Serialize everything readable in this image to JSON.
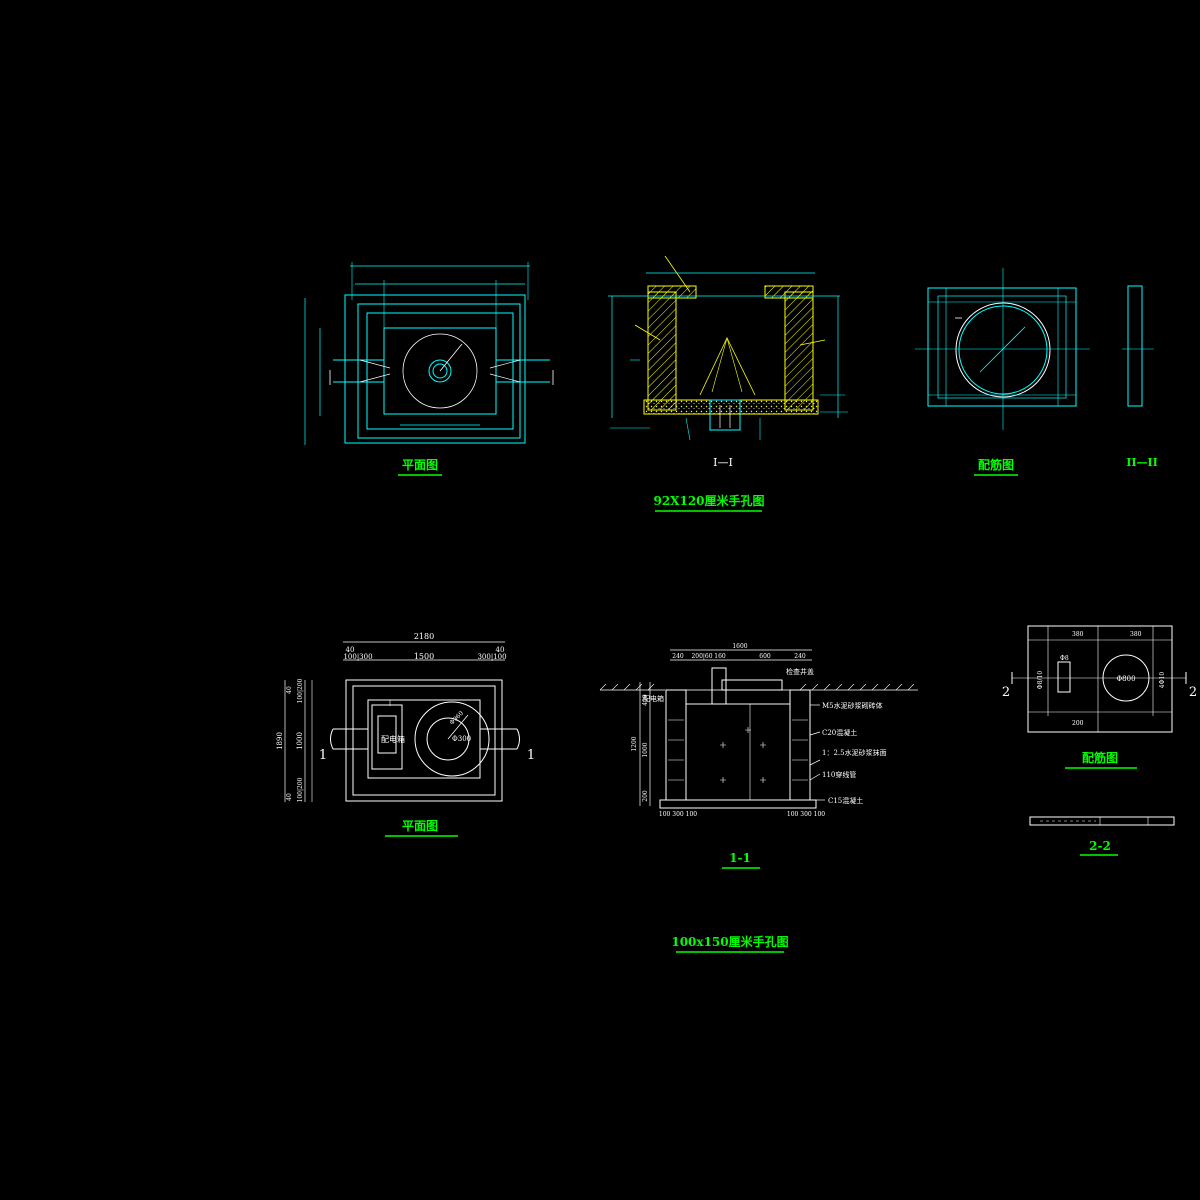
{
  "colors": {
    "background": "#000000",
    "outline": "#00ffff",
    "annotation": "#ffffff",
    "title": "#00ff00",
    "hatch": "#ffff00",
    "leader": "#ffff00"
  },
  "top": {
    "plan_title": "平面图",
    "section_title": "I—I",
    "rebar_title": "配筋图",
    "section2_title": "II—II",
    "main_title": "92X120厘米手孔图"
  },
  "bottom": {
    "plan_title": "平面图",
    "section_title": "1-1",
    "rebar_title": "配筋图",
    "section2_title": "2-2",
    "main_title": "100x150厘米手孔图",
    "plan_dims": {
      "overall": "2180",
      "left_edge": "40",
      "right_edge": "40",
      "left_parts": "100|300",
      "middle": "1500",
      "right_parts": "300|100"
    },
    "plan_vert": {
      "overall": "1890",
      "top_a": "40",
      "top_b": "100|200",
      "middle": "1000",
      "bot_a": "100|200",
      "bot_b": "40"
    },
    "plan_labels": {
      "box": "配电箱",
      "dia": "Φ300",
      "well": "Φ960"
    },
    "section_markers": [
      "1",
      "1"
    ],
    "section_dims": {
      "top": "1600",
      "parts_left": "240",
      "parts_b": "200|60",
      "parts_c": "160",
      "parts_d": "600",
      "parts_e": "240",
      "bottom_left": "100 300 100",
      "bottom_right": "100 300 100"
    },
    "section_labels": [
      "配电箱",
      "检查井盖",
      "M5水泥砂浆砌砖体",
      "C20混凝土",
      "1：2.5水泥砂浆抹面",
      "110穿线管",
      "C15混凝土"
    ],
    "section_vert": [
      "1200",
      "400",
      "1000",
      "200"
    ],
    "rebar_labels": {
      "hole": "Φ800",
      "top_dim": "380",
      "top_dim2": "380",
      "mid_dim": "200",
      "left": "Φ8",
      "r1": "4Φ10",
      "r2": "Φ8/10"
    },
    "rebar_markers": [
      "2",
      "2"
    ]
  }
}
